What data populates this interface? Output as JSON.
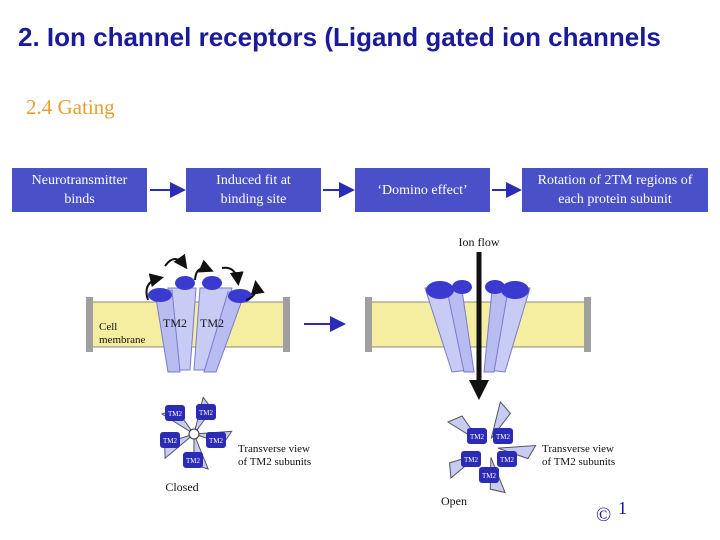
{
  "header": {
    "title": "2.   Ion channel receptors (Ligand gated ion channels",
    "subtitle": "2.4  Gating"
  },
  "flow": {
    "step1": "Neurotransmitter binds",
    "step2": "Induced fit at binding site",
    "step3": "‘Domino effect’",
    "step4": "Rotation of 2TM regions of each protein subunit"
  },
  "diagram": {
    "cell_membrane": "Cell membrane",
    "tm2_left": "TM2",
    "tm2_right": "TM2",
    "ion_flow": "Ion flow",
    "subunit_label": "TM2",
    "transverse_view": "Transverse view of TM2 subunits",
    "closed": "Closed",
    "open": "Open",
    "copyright": "©",
    "copyright_number": "1"
  },
  "colors": {
    "title": "#1a1a9a",
    "subtitle": "#e8a030",
    "box": "#4a50c8",
    "membrane": "#f5eea0",
    "subunit": "#c8ccf5"
  }
}
